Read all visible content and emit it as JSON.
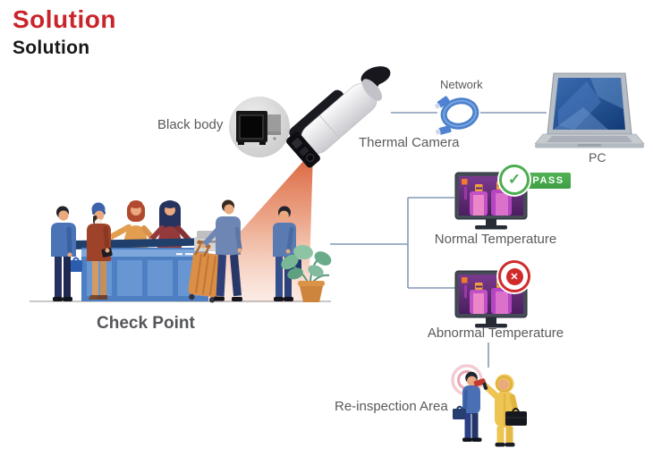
{
  "title": {
    "primary": "Solution",
    "secondary": "Solution"
  },
  "nodes": {
    "black_body": {
      "label": "Black body"
    },
    "thermal_camera": {
      "label": "Thermal Camera"
    },
    "network": {
      "label": "Network"
    },
    "pc": {
      "label": "PC"
    },
    "normal_temperature": {
      "label": "Normal Temperature",
      "badge": "PASS",
      "status_glyph": "✓"
    },
    "abnormal_temperature": {
      "label": "Abnormal Temperature",
      "status_glyph": "✕"
    },
    "check_point": {
      "label": "Check Point"
    },
    "re_inspection": {
      "label": "Re-inspection Area"
    }
  },
  "colors": {
    "title_red": "#c9242a",
    "label_gray": "#595a5c",
    "connector_line": "#8399b5",
    "pass_green": "#4cae50",
    "fail_red": "#cf2b2b",
    "cone_orange": "#d6552c",
    "desk_blue": "#4d7fc2",
    "hazmat_yellow": "#eec452",
    "cable_blue": "#4a80cc",
    "thermal_purple": "#7a3a8e"
  },
  "icons": {
    "pass": "check-circle-icon",
    "fail": "cross-circle-icon",
    "network": "ethernet-cable-icon"
  }
}
